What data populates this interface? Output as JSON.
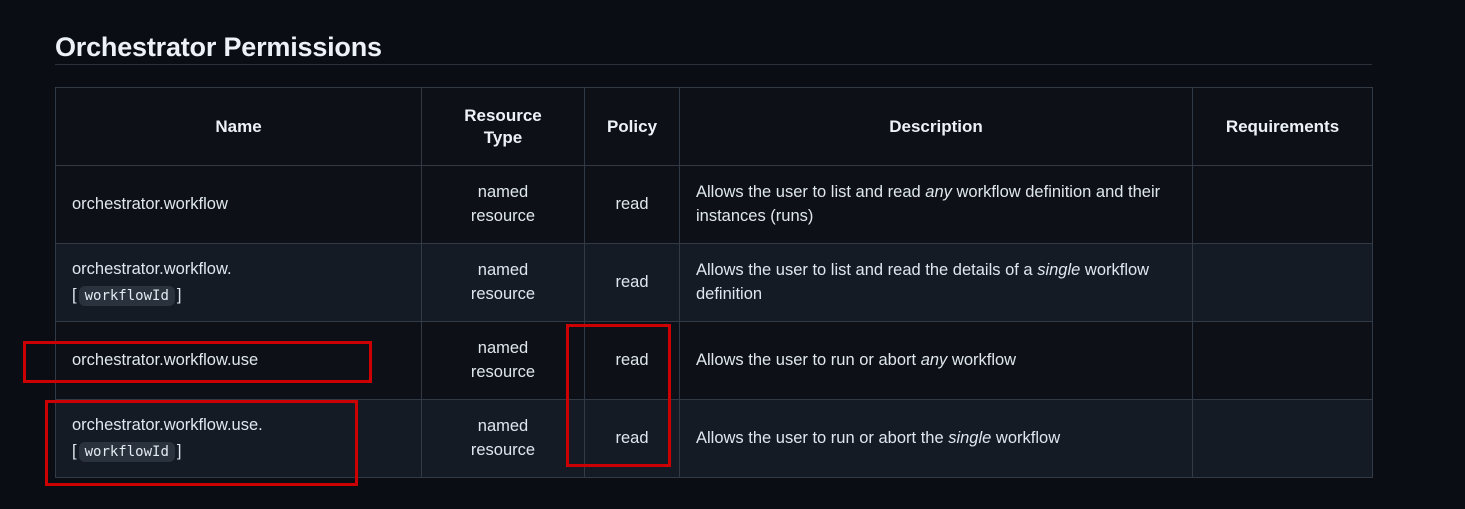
{
  "page": {
    "title": "Orchestrator Permissions",
    "background_color": "#0a0d14",
    "table_background_color": "#0d1117",
    "alt_row_background_color": "#151b24",
    "border_color": "#323a45",
    "text_color": "#e6edf3",
    "annotation_color": "#cc0000"
  },
  "table": {
    "columns": [
      {
        "key": "name",
        "label": "Name"
      },
      {
        "key": "resource_type",
        "label": "Resource Type",
        "label_line1": "Resource",
        "label_line2": "Type"
      },
      {
        "key": "policy",
        "label": "Policy"
      },
      {
        "key": "description",
        "label": "Description"
      },
      {
        "key": "requirements",
        "label": "Requirements"
      }
    ],
    "rows": [
      {
        "name_line1": "orchestrator.workflow",
        "name_line2": "",
        "name_code": "",
        "resource_type_line1": "named",
        "resource_type_line2": "resource",
        "policy": "read",
        "description_part1": "Allows the user to list and read ",
        "description_emphasis": "any",
        "description_part2": " workflow definition and their instances (runs)",
        "requirements": ""
      },
      {
        "name_line1": "orchestrator.workflow.",
        "name_line2": "",
        "name_code": "workflowId",
        "resource_type_line1": "named",
        "resource_type_line2": "resource",
        "policy": "read",
        "description_part1": "Allows the user to list and read the details of a ",
        "description_emphasis": "single",
        "description_part2": " workflow definition",
        "requirements": ""
      },
      {
        "name_line1": "orchestrator.workflow.use",
        "name_line2": "",
        "name_code": "",
        "resource_type_line1": "named",
        "resource_type_line2": "resource",
        "policy": "read",
        "description_part1": "Allows the user to run or abort ",
        "description_emphasis": "any",
        "description_part2": " workflow",
        "requirements": ""
      },
      {
        "name_line1": "orchestrator.workflow.use.",
        "name_line2": "",
        "name_code": "workflowId",
        "resource_type_line1": "named",
        "resource_type_line2": "resource",
        "policy": "read",
        "description_part1": "Allows the user to run or abort the ",
        "description_emphasis": "single",
        "description_part2": " workflow",
        "requirements": ""
      }
    ]
  },
  "annotations": [
    {
      "id": "annot-name-use",
      "target": "row-3-name-cell",
      "shape": "rectangle"
    },
    {
      "id": "annot-name-use-id",
      "target": "row-4-name-cell",
      "shape": "rectangle"
    },
    {
      "id": "annot-policy-read",
      "target": "rows-3-4-policy",
      "shape": "rectangle"
    }
  ],
  "code_bracket_open": "[",
  "code_bracket_close": "]"
}
